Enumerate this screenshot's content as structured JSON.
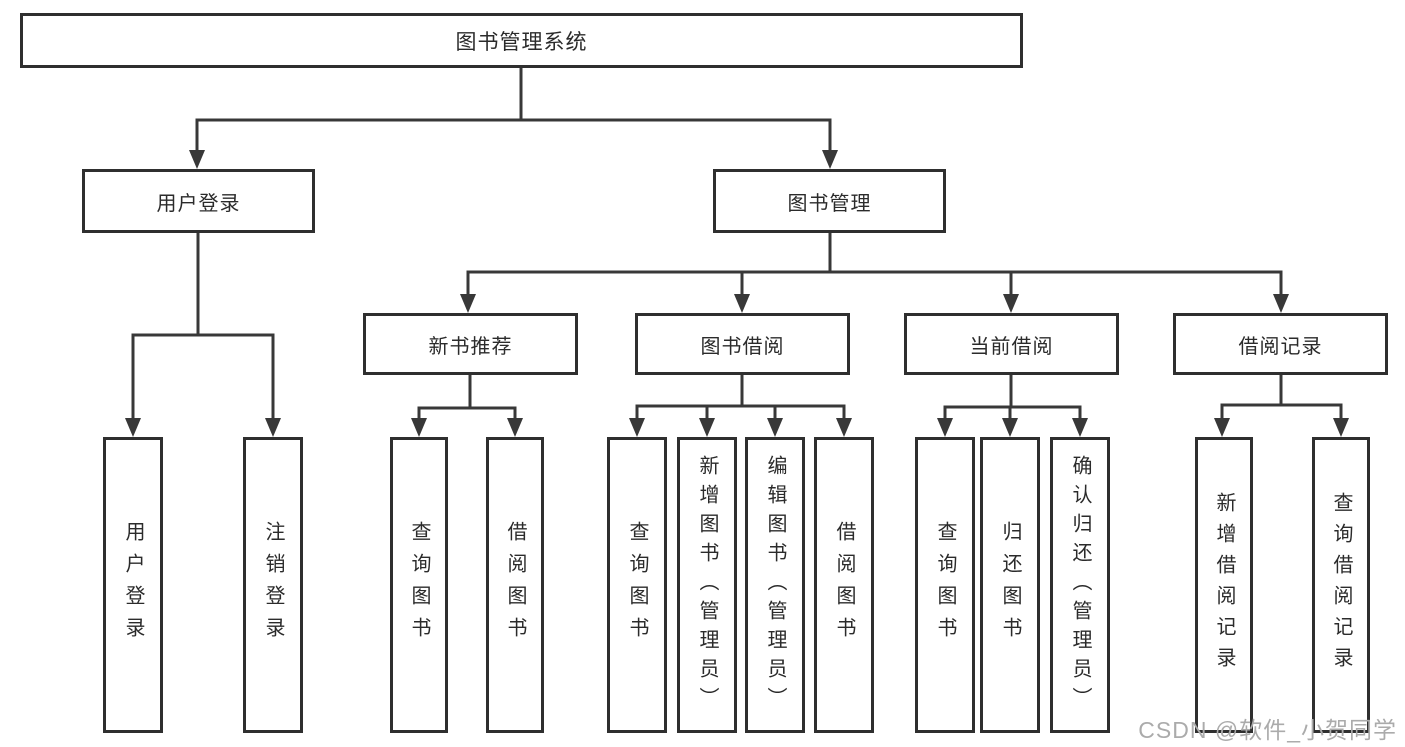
{
  "diagram": {
    "nodes": {
      "root": "图书管理系统",
      "level2": [
        "用户登录",
        "图书管理"
      ],
      "level3": [
        "新书推荐",
        "图书借阅",
        "当前借阅",
        "借阅记录"
      ],
      "user_login_children": [
        "用户登录",
        "注销登录"
      ],
      "new_book_children": [
        "查询图书",
        "借阅图书"
      ],
      "book_borrow_children": [
        "查询图书",
        "新增图书（管理员）",
        "编辑图书（管理员）",
        "借阅图书"
      ],
      "current_borrow_children": [
        "查询图书",
        "归还图书",
        "确认归还（管理员）"
      ],
      "record_children": [
        "新增借阅记录",
        "查询借阅记录"
      ]
    },
    "colors": {
      "line": "#383838",
      "box_border": "#2f2f2f",
      "text": "#2b2b2b",
      "background": "#ffffff",
      "watermark": "#ababab"
    }
  },
  "watermark": {
    "text": "CSDN @软件_小贺同学"
  }
}
